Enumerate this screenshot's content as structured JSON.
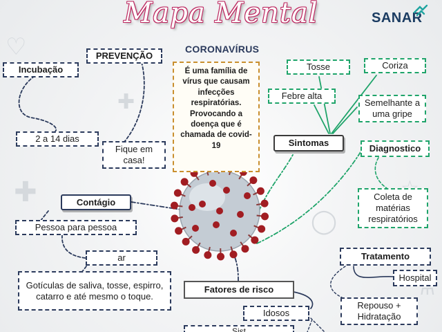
{
  "header": {
    "title": "Mapa Mental",
    "logo": "SANAR"
  },
  "center": {
    "heading": "CORONAVÍRUS",
    "definition": "É uma família de vírus que causam infecções respiratórias. Provocando a doença que é chamada de covid-19"
  },
  "nodes": {
    "incubacao": "Incubação",
    "incubacao_value": "2 a 14 dias",
    "prevencao": "PREVENÇÃO",
    "prevencao_value": "Fique em casa!",
    "contagio": "Contágio",
    "contagio_value": "Pessoa para pessoa",
    "ar": "ar",
    "goticulas": "Gotículas de saliva, tosse, espirro, catarro e até mesmo o toque.",
    "sintomas": "Sintomas",
    "tosse": "Tosse",
    "coriza": "Coriza",
    "febre": "Febre alta",
    "gripe": "Semelhante a uma gripe",
    "diagnostico": "Diagnostico",
    "diagnostico_value": "Coleta de matérias respiratórios",
    "tratamento": "Tratamento",
    "hospital": "Hospital",
    "repouso": "Repouso + Hidratação",
    "fatores": "Fatores de risco",
    "idosos": "Idosos",
    "cut_bottom": "Sist"
  },
  "colors": {
    "navy": "#2b3a5c",
    "green": "#1fa46a",
    "gold": "#c98f2e",
    "title_pink": "#c02a63",
    "virus_body": "#c7ced6",
    "virus_spike": "#a11d22"
  }
}
